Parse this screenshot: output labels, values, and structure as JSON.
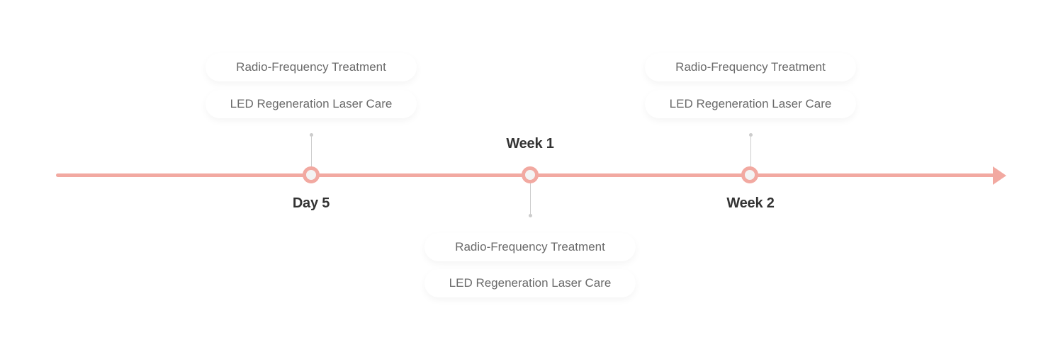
{
  "timeline": {
    "accent_color": "#f2a9a1",
    "milestones": [
      {
        "label": "Day 5",
        "label_position": "below",
        "cards_position": "above",
        "treatments": [
          "Radio-Frequency Treatment",
          "LED Regeneration Laser Care"
        ]
      },
      {
        "label": "Week 1",
        "label_position": "above",
        "cards_position": "below",
        "treatments": [
          "Radio-Frequency Treatment",
          "LED Regeneration Laser Care"
        ]
      },
      {
        "label": "Week 2",
        "label_position": "below",
        "cards_position": "above",
        "treatments": [
          "Radio-Frequency Treatment",
          "LED Regeneration Laser Care"
        ]
      }
    ]
  }
}
